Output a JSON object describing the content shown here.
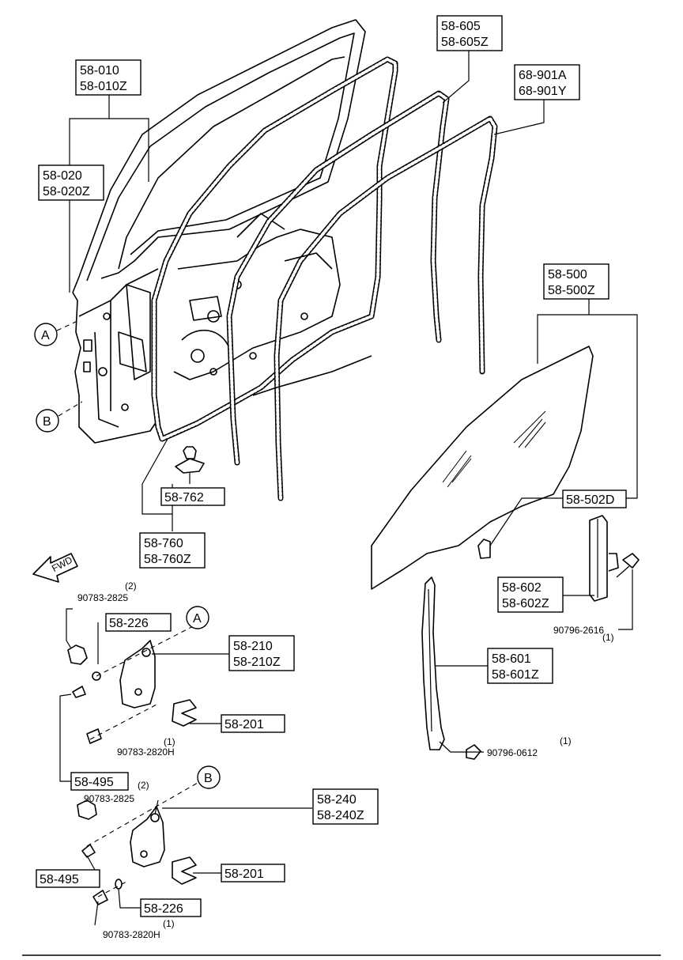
{
  "callouts": {
    "door_panel": {
      "line1": "58-010",
      "line2": "58-010Z"
    },
    "door_weatherstrip": {
      "line1": "58-020",
      "line2": "58-020Z"
    },
    "glass_run": {
      "line1": "58-605",
      "line2": "58-605Z"
    },
    "seal_68": {
      "line1": "68-901A",
      "line2": "68-901Y"
    },
    "glass": {
      "line1": "58-500",
      "line2": "58-500Z"
    },
    "glass_channel": "58-502D",
    "clip": "58-762",
    "clip_group": {
      "line1": "58-760",
      "line2": "58-760Z"
    },
    "rear_channel": {
      "line1": "58-602",
      "line2": "58-602Z"
    },
    "front_channel": {
      "line1": "58-601",
      "line2": "58-601Z"
    },
    "upper_hinge": {
      "line1": "58-210",
      "line2": "58-210Z"
    },
    "lower_hinge": {
      "line1": "58-240",
      "line2": "58-240Z"
    },
    "washer_upper": "58-226",
    "washer_lower": "58-226",
    "shim_upper": "58-201",
    "shim_lower": "58-201",
    "bolt_upper": "58-495",
    "bolt_lower": "58-495"
  },
  "part_numbers": {
    "bolt_2825_upper": "90783-2825",
    "bolt_2825_upper_qty": "(2)",
    "bolt_2820h_upper": "90783-2820H",
    "bolt_2820h_upper_qty": "(1)",
    "bolt_2825_lower": "90783-2825",
    "bolt_2825_lower_qty": "(2)",
    "bolt_2820h_lower": "90783-2820H",
    "bolt_2820h_lower_qty": "(1)",
    "screw_2616": "90796-2616",
    "screw_2616_qty": "(1)",
    "screw_0612": "90796-0612",
    "screw_0612_qty": "(1)"
  },
  "markers": {
    "a": "A",
    "b": "B",
    "a_hinge": "A",
    "b_hinge": "B"
  },
  "fwd_arrow": "FWD"
}
